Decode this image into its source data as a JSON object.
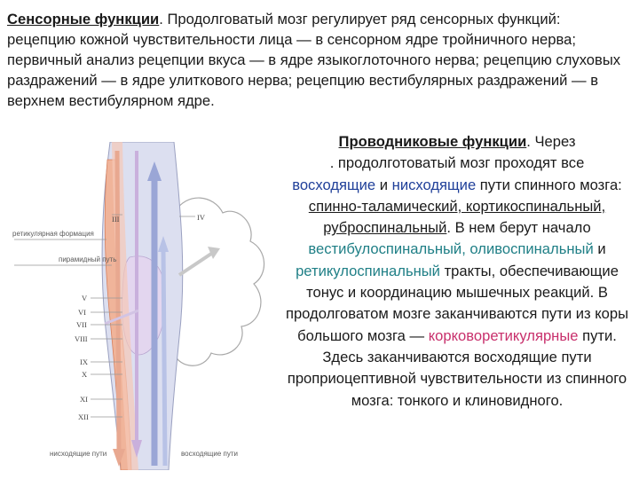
{
  "sensory": {
    "heading": "Сенсорные функции",
    "text": ". Продолговатый мозг регулирует ряд сенсорных функций: рецепцию кожной чувствительности лица — в сенсорном ядре тройничного нерва; первичный анализ рецепции вкуса — в ядре языкоглоточного нерва; рецепцию слуховых раздражений — в ядре улиткового нерва; рецепцию вестибулярных раздражений — в верхнем вестибулярном ядре."
  },
  "conductive": {
    "heading": "Проводниковые функции",
    "t1": ". Через",
    "t2": ". продолготоватый мозг проходят все",
    "ascending": "восходящие",
    "and1": " и ",
    "descending": "нисходящие",
    "t3": " пути спинного мозга: ",
    "tracts_a": "спинно-таламический, кортикоспинальный, руброспинальный",
    "t4": ". В нем берут начало ",
    "vestibulo": "вестибулоспинальный, оливоспинальный",
    "and2": " и ",
    "reticulo": "ретикулоспинальный",
    "t5": " тракты, обеспечивающие тонус и координацию мышечных реакций. В продолговатом мозге заканчиваются пути из коры большого мозга — ",
    "corticoreticular": "корковоретикулярные",
    "t6": " пути. Здесь заканчиваются восходящие пути проприоцептивной чувствительности из спинного мозга: тонкого и клиновидного."
  },
  "figure": {
    "label_reticular": "ретикулярная формация",
    "label_pyramidal": "пирамидный путь",
    "label_descending": "нисходящие пути",
    "label_ascending": "восходящие пути",
    "numerals": [
      "III",
      "IV",
      "V",
      "VI",
      "VII",
      "VIII",
      "IX",
      "X",
      "XI",
      "XII"
    ]
  }
}
